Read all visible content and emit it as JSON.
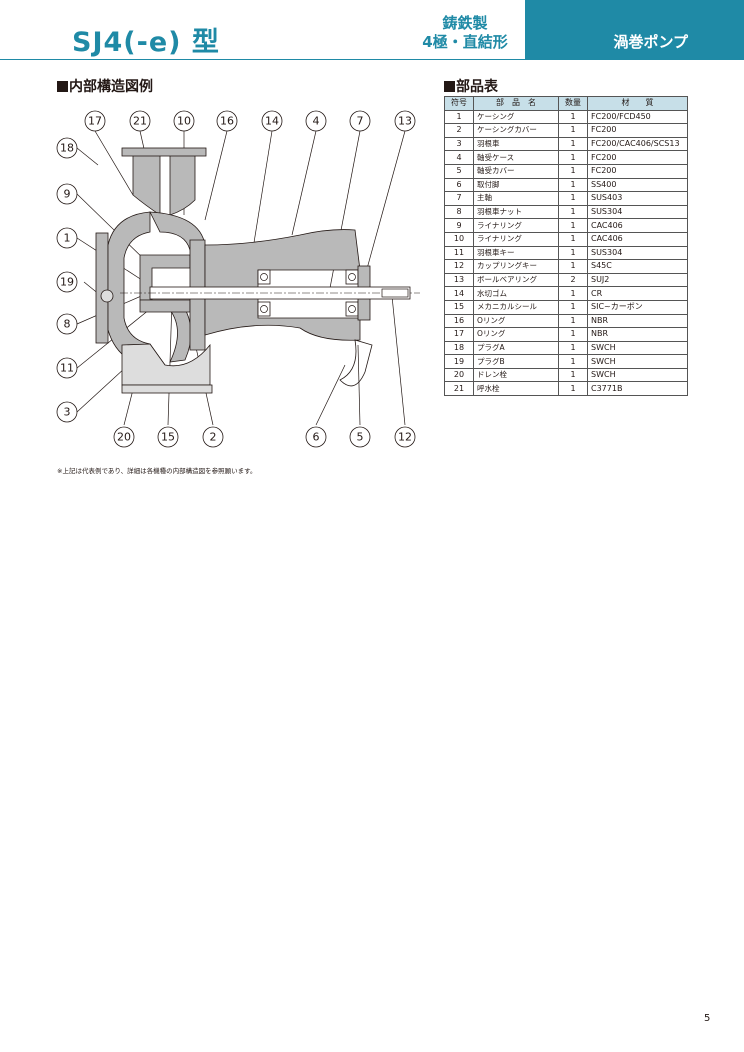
{
  "header": {
    "model": "SJ4(-e) 型",
    "material_line1": "鋳鉄製",
    "material_line2": "4極・直結形",
    "category": "渦巻ポンプ",
    "accent_color": "#1f8aa6"
  },
  "structure": {
    "title": "内部構造図例",
    "labels": {
      "l17": "17",
      "l21": "21",
      "l10": "10",
      "l16": "16",
      "l14": "14",
      "l4": "4",
      "l7": "7",
      "l13": "13",
      "l18": "18",
      "l9": "9",
      "l1": "1",
      "l19": "19",
      "l8": "8",
      "l11": "11",
      "l3": "3",
      "l20": "20",
      "l15": "15",
      "l2": "2",
      "l6": "6",
      "l5": "5",
      "l12": "12"
    },
    "note": "※上記は代表例であり、詳細は各機種の内部構造図を参照願います。"
  },
  "parts_table": {
    "title": "部品表",
    "header_color": "#c7dfe8",
    "columns": [
      "符号",
      "部　品　名",
      "数量",
      "材　　質"
    ],
    "rows": [
      [
        "1",
        "ケーシング",
        "1",
        "FC200/FCD450"
      ],
      [
        "2",
        "ケーシングカバー",
        "1",
        "FC200"
      ],
      [
        "3",
        "羽根車",
        "1",
        "FC200/CAC406/SCS13"
      ],
      [
        "4",
        "軸受ケース",
        "1",
        "FC200"
      ],
      [
        "5",
        "軸受カバー",
        "1",
        "FC200"
      ],
      [
        "6",
        "取付脚",
        "1",
        "SS400"
      ],
      [
        "7",
        "主軸",
        "1",
        "SUS403"
      ],
      [
        "8",
        "羽根車ナット",
        "1",
        "SUS304"
      ],
      [
        "9",
        "ライナリング",
        "1",
        "CAC406"
      ],
      [
        "10",
        "ライナリング",
        "1",
        "CAC406"
      ],
      [
        "11",
        "羽根車キー",
        "1",
        "SUS304"
      ],
      [
        "12",
        "カップリングキー",
        "1",
        "S45C"
      ],
      [
        "13",
        "ボールベアリング",
        "2",
        "SUJ2"
      ],
      [
        "14",
        "水切ゴム",
        "1",
        "CR"
      ],
      [
        "15",
        "メカニカルシール",
        "1",
        "SIC~カーボン"
      ],
      [
        "16",
        "Oリング",
        "1",
        "NBR"
      ],
      [
        "17",
        "Oリング",
        "1",
        "NBR"
      ],
      [
        "18",
        "プラグA",
        "1",
        "SWCH"
      ],
      [
        "19",
        "プラグB",
        "1",
        "SWCH"
      ],
      [
        "20",
        "ドレン栓",
        "1",
        "SWCH"
      ],
      [
        "21",
        "呼水栓",
        "1",
        "C3771B"
      ]
    ]
  },
  "page_number": "5"
}
